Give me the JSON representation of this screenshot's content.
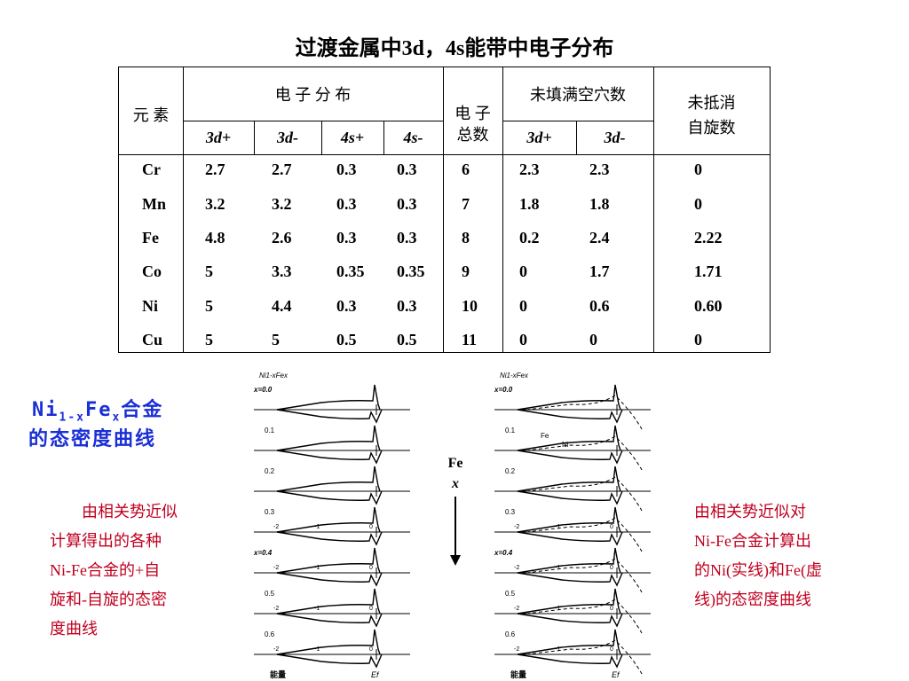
{
  "title": "过渡金属中3d，4s能带中电子分布",
  "table": {
    "header": {
      "element": "元 素",
      "electron_distribution": "电 子 分 布",
      "total_electrons": "电 子\n总数",
      "unfilled_holes": "未填满空穴数",
      "unpaired_spin": "未抵消\n自旋数",
      "sub_columns": [
        "3d+",
        "3d-",
        "4s+",
        "4s-",
        "3d+",
        "3d-"
      ]
    },
    "rows": [
      [
        "Cr",
        "2.7",
        "2.7",
        "0.3",
        "0.3",
        "6",
        "2.3",
        "2.3",
        "0"
      ],
      [
        "Mn",
        "3.2",
        "3.2",
        "0.3",
        "0.3",
        "7",
        "1.8",
        "1.8",
        "0"
      ],
      [
        "Fe",
        "4.8",
        "2.6",
        "0.3",
        "0.3",
        "8",
        "0.2",
        "2.4",
        "2.22"
      ],
      [
        "Co",
        "5",
        "3.3",
        "0.35",
        "0.35",
        "9",
        "0",
        "1.7",
        "1.71"
      ],
      [
        "Ni",
        "5",
        "4.4",
        "0.3",
        "0.3",
        "10",
        "0",
        "0.6",
        "0.60"
      ],
      [
        "Cu",
        "5",
        "5",
        "0.5",
        "0.5",
        "11",
        "0",
        "0",
        "0"
      ]
    ]
  },
  "side_title": {
    "line1_main": "Ni",
    "line1_sub1": "1-x",
    "line1_mid": "Fe",
    "line1_sub2": "x",
    "line1_end": "合金",
    "line2": "的态密度曲线"
  },
  "left_note": [
    "由相关势近似",
    "计算得出的各种",
    "Ni-Fe合金的+自",
    "旋和-自旋的态密",
    "度曲线"
  ],
  "right_note": [
    "由相关势近似对",
    "Ni-Fe合金计算出",
    "的Ni(实线)和Fe(虚",
    "线)的态密度曲线"
  ],
  "arrow": {
    "label1": "Fe",
    "label2": "x"
  },
  "plots": {
    "header": "Ni1-xFex",
    "x_values": [
      "0.0",
      "0.1",
      "0.2",
      "0.3",
      "0.4",
      "0.5",
      "0.6"
    ],
    "x_prefix": "x=",
    "axis_label": "能量",
    "fermi_label": "Ef",
    "legend_fe": "Fe",
    "legend_ni": "Ni",
    "tick_minus2": "-2",
    "tick_minus1": "-1",
    "tick_zero": "0"
  }
}
